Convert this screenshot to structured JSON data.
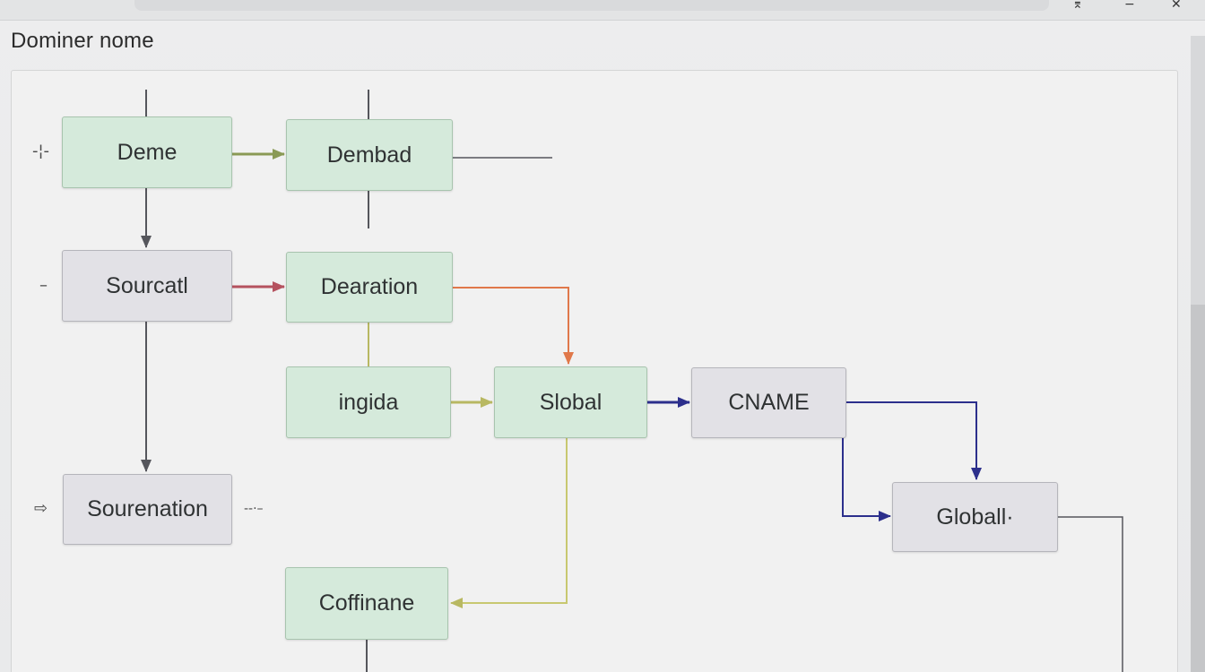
{
  "page": {
    "title": "Dominer nome"
  },
  "nodes": {
    "deme": "Deme",
    "demtad": "Dembad",
    "sourcatl": "Sourcatl",
    "dearation": "Dearation",
    "ingida": "ingida",
    "slobal": "Slobal",
    "cname": "CNAME",
    "sourenation": "Sourenation",
    "globall": "Globall·",
    "coffinane": "Coffinane"
  },
  "colors": {
    "node_green": "#d5eadb",
    "node_gray": "#e2e1e6",
    "connector_dark": "#55565c",
    "connector_olive": "#8a9a55",
    "connector_red": "#b5525f",
    "connector_orange": "#e0784a",
    "connector_yellow": "#c8c870",
    "connector_navy": "#2c2f8c"
  }
}
